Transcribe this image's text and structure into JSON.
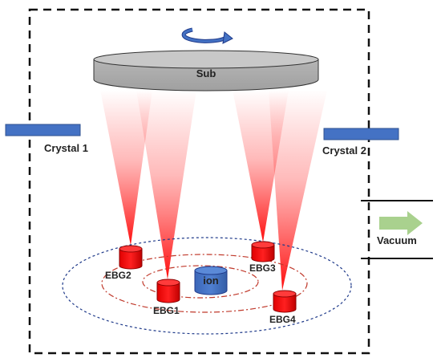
{
  "substrate": {
    "label": "Sub",
    "rotation_icon": "rotation-arrow-icon"
  },
  "sensors": [
    {
      "label": "Crystal 1"
    },
    {
      "label": "Crystal 2"
    }
  ],
  "sources": [
    {
      "label": "EBG1"
    },
    {
      "label": "EBG2"
    },
    {
      "label": "EBG3"
    },
    {
      "label": "EBG4"
    }
  ],
  "ion_source": {
    "label": "ion"
  },
  "vacuum": {
    "label": "Vacuum",
    "arrow_icon": "flow-arrow-icon"
  },
  "colors": {
    "chamber_border": "#111111",
    "substrate_fill": "#bcbcbc",
    "crystal": "#4472c4",
    "source_red": "#ff0000",
    "ion_blue": "#4472c4",
    "orbit_blue": "#1f3a8a",
    "orbit_red": "#c0392b",
    "vacuum_arrow": "#a9d18e"
  }
}
